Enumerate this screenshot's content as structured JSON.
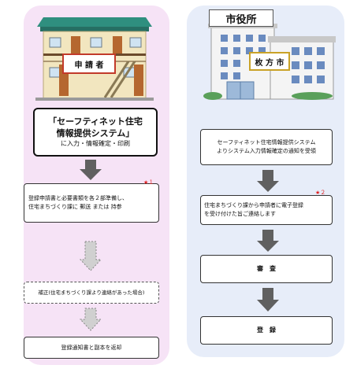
{
  "applicant_side": {
    "house_label": "申 請 者",
    "step1": {
      "line1": "「セーフティネット住宅",
      "line2": "情報提供システム」",
      "line3": "に入力・情報確定・印刷"
    },
    "step2": {
      "line1": "登録申請書と必要書類を各２部準備し、",
      "line2": "住宅まちづくり課に 郵送 または 持参",
      "marker": "★１"
    },
    "step3": {
      "text": "補正(住宅まちづくり課より連絡があった場合)"
    },
    "step4": {
      "text": "登録通知書と副本を返却"
    }
  },
  "city_side": {
    "city_hall_sign": "市役所",
    "city_name": "枚 方 市",
    "step1": {
      "line1": "セーフティネット住宅情報提供システム",
      "line2": "よりシステム入力情報確定の通知を受領"
    },
    "step2": {
      "line1": "住宅まちづくり課から申請者に電子登録",
      "line2": "を受け付けた旨ご連絡します",
      "marker": "★２"
    },
    "step3": {
      "text": "審　査"
    },
    "step4": {
      "text": "登　録"
    }
  },
  "colors": {
    "left_panel": "#f6e3f6",
    "right_panel": "#e7edf9",
    "arrow": "#606060",
    "dashed_arrow": "#bdbdbd",
    "marker": "#e02020"
  }
}
